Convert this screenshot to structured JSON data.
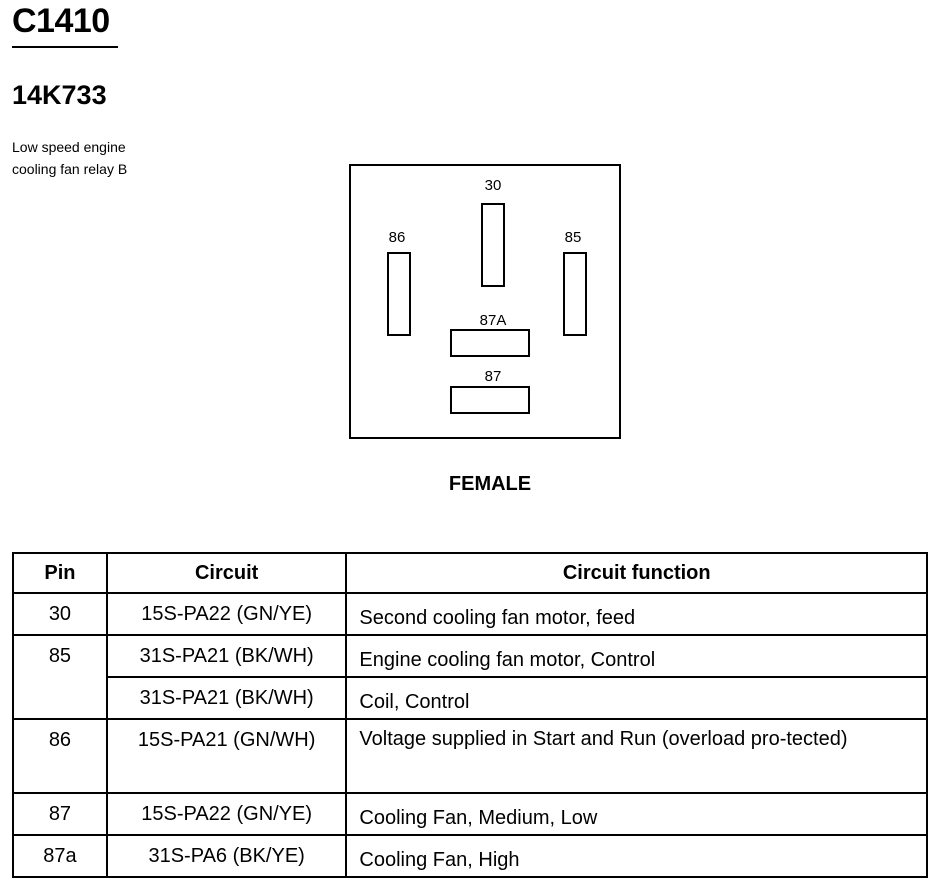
{
  "header": {
    "connector_id": "C1410",
    "component_id": "14K733",
    "description_lines": [
      "Low speed engine",
      "cooling fan relay B"
    ]
  },
  "diagram": {
    "pins": [
      {
        "label": "30",
        "orientation": "vertical"
      },
      {
        "label": "86",
        "orientation": "vertical"
      },
      {
        "label": "85",
        "orientation": "vertical"
      },
      {
        "label": "87A",
        "orientation": "horizontal"
      },
      {
        "label": "87",
        "orientation": "horizontal"
      }
    ],
    "gender": "FEMALE"
  },
  "table": {
    "headers": [
      "Pin",
      "Circuit",
      "Circuit function"
    ],
    "rows": [
      {
        "pin": "30",
        "circuit": "15S-PA22 (GN/YE)",
        "function": "Second cooling fan motor, feed"
      },
      {
        "pin": "85",
        "circuit": "31S-PA21 (BK/WH)",
        "function": "Engine cooling fan motor, Control"
      },
      {
        "pin": "",
        "circuit": "31S-PA21 (BK/WH)",
        "function": "Coil, Control"
      },
      {
        "pin": "86",
        "circuit": "15S-PA21 (GN/WH)",
        "function": "Voltage supplied in Start and Run (overload pro-tected)"
      },
      {
        "pin": "87",
        "circuit": "15S-PA22 (GN/YE)",
        "function": "Cooling Fan, Medium, Low"
      },
      {
        "pin": "87a",
        "circuit": "31S-PA6 (BK/YE)",
        "function": "Cooling Fan, High"
      }
    ]
  }
}
